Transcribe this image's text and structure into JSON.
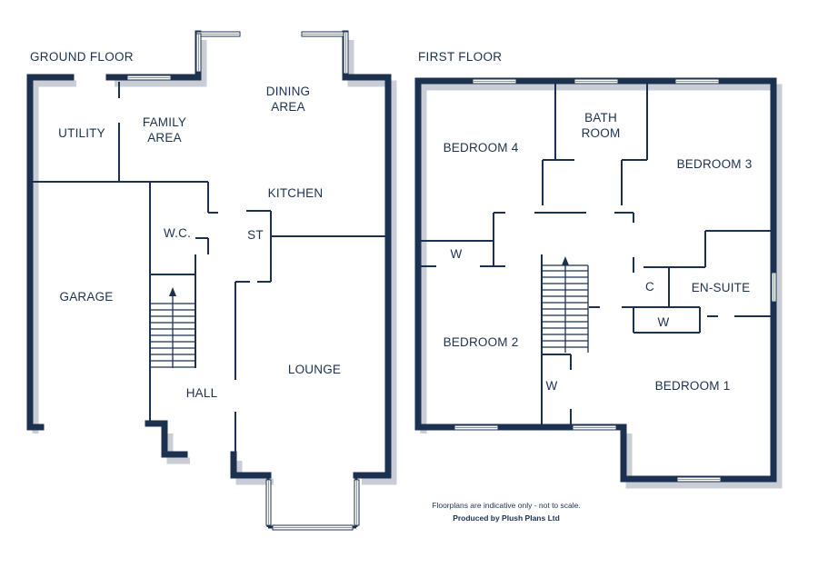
{
  "floors": {
    "ground": {
      "title": "GROUND FLOOR",
      "rooms": {
        "utility": "UTILITY",
        "family_area_1": "FAMILY",
        "family_area_2": "AREA",
        "dining_area_1": "DINING",
        "dining_area_2": "AREA",
        "kitchen": "KITCHEN",
        "wc": "W.C.",
        "st": "ST",
        "garage": "GARAGE",
        "lounge": "LOUNGE",
        "hall": "HALL"
      }
    },
    "first": {
      "title": "FIRST FLOOR",
      "rooms": {
        "bedroom4": "BEDROOM 4",
        "bath_1": "BATH",
        "bath_2": "ROOM",
        "bedroom3": "BEDROOM 3",
        "w_left": "W",
        "c": "C",
        "en_suite": "EN-SUITE",
        "w_ensuite": "W",
        "bedroom2": "BEDROOM 2",
        "w_landing": "W",
        "bedroom1": "BEDROOM 1"
      }
    }
  },
  "footer": {
    "disclaimer": "Floorplans are indicative only - not to scale.",
    "producer": "Produced by Plush Plans Ltd"
  },
  "colors": {
    "wall": "#1c3150",
    "background": "#ffffff"
  }
}
